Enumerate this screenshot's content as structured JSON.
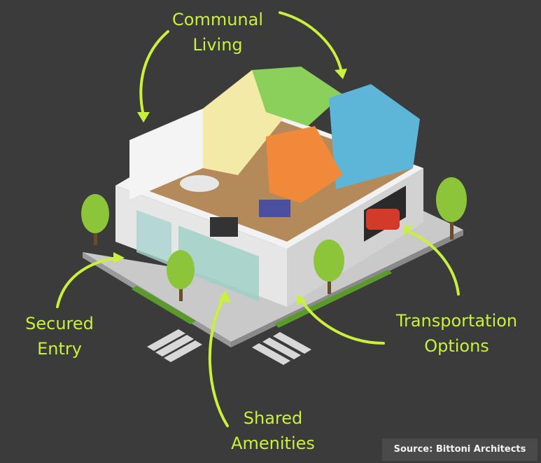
{
  "labels": {
    "communal_living": [
      "Communal",
      "Living"
    ],
    "secured_entry": [
      "Secured",
      "Entry"
    ],
    "transportation_options": [
      "Transportation",
      "Options"
    ],
    "shared_amenities": [
      "Shared",
      "Amenities"
    ]
  },
  "source": "Source: Bittoni Architects",
  "colors": {
    "background": "#3b3b3b",
    "label_accent": "#c8f03c"
  }
}
